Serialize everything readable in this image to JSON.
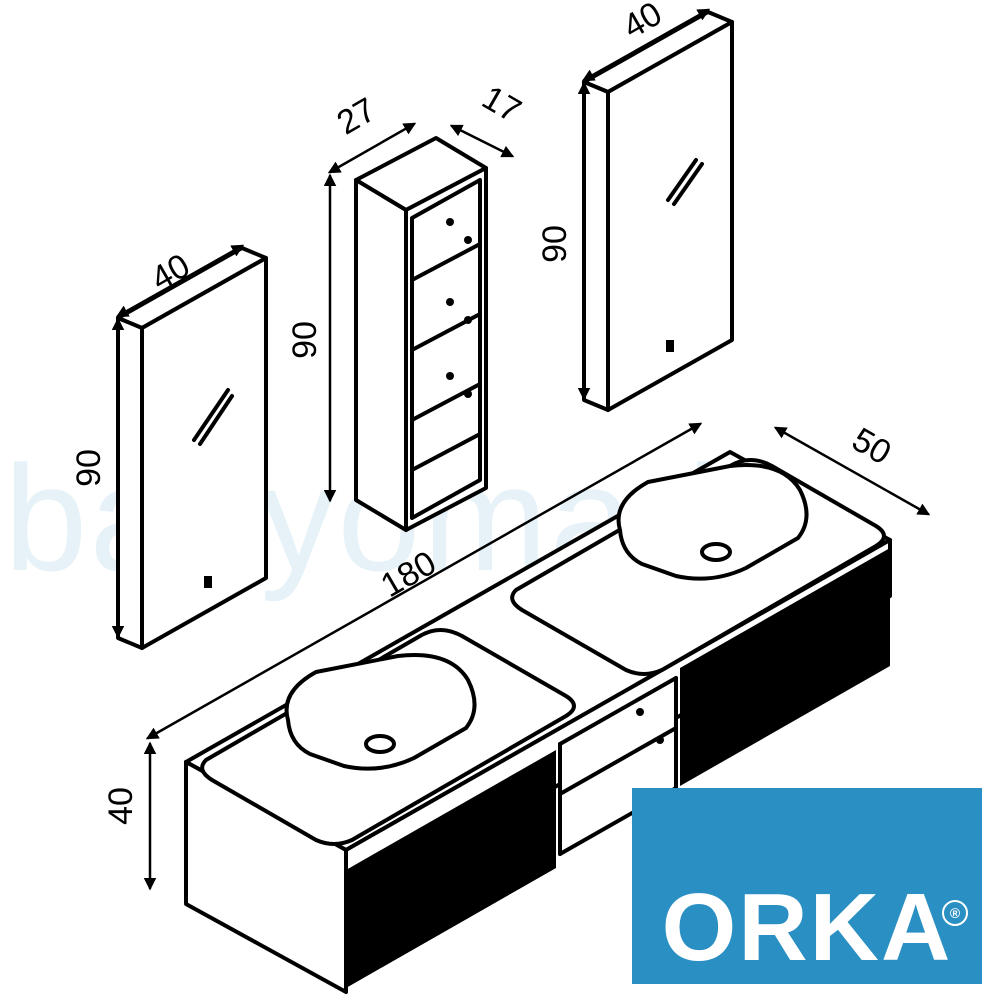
{
  "watermark": "banyomarka",
  "logo": {
    "text": "ORKA",
    "registered": "®",
    "color": "#2a8fc2"
  },
  "dimensions": {
    "mirror_left_width": "40",
    "mirror_left_height": "90",
    "cabinet_width": "27",
    "cabinet_depth": "17",
    "cabinet_height": "90",
    "mirror_right_width": "40",
    "mirror_right_height": "90",
    "vanity_width": "180",
    "vanity_depth": "50",
    "vanity_height": "40"
  },
  "icons": [
    "light-switch-icon",
    "mirror-reflection-icon",
    "drain-icon",
    "arrow-icon"
  ]
}
